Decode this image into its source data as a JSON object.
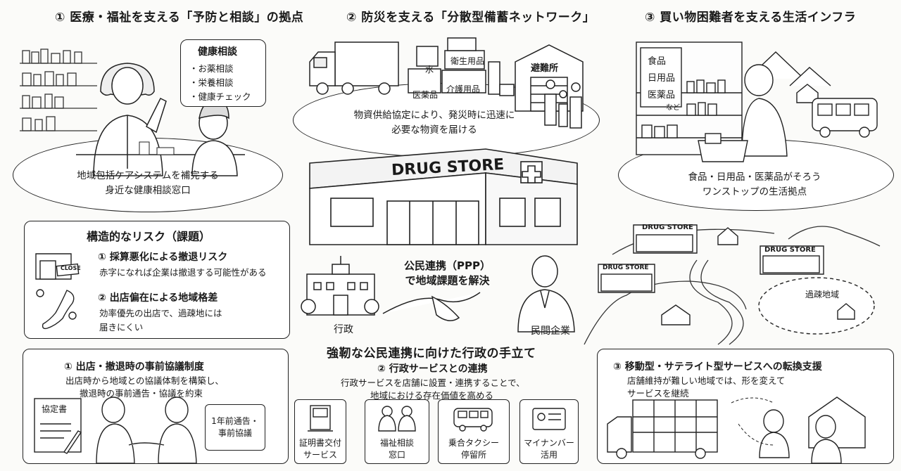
{
  "top": {
    "s1": {
      "title": "① 医療・福祉を支える「予防と相談」の拠点",
      "box_title": "健康相談",
      "box_items": [
        "・お薬相談",
        "・栄養相談",
        "・健康チェック"
      ],
      "caption": [
        "地域包括ケアシステムを補完する",
        "身近な健康相談窓口"
      ]
    },
    "s2": {
      "title": "② 防災を支える「分散型備蓄ネットワーク」",
      "labels": [
        "水",
        "衛生用品",
        "医薬品",
        "介護用品"
      ],
      "shelter": "避難所",
      "caption": [
        "物資供給協定により、発災時に迅速に",
        "必要な物資を届ける"
      ]
    },
    "s3": {
      "title": "③ 買い物困難者を支える生活インフラ",
      "shelf_labels": [
        "食品",
        "日用品",
        "医薬品",
        "など"
      ],
      "caption": [
        "食品・日用品・医薬品がそろう",
        "ワンストップの生活拠点"
      ]
    }
  },
  "store": {
    "sign": "DRUG STORE"
  },
  "risk": {
    "title": "構造的なリスク（課題）",
    "close_sign": "CLOSE",
    "r1_title": "① 採算悪化による撤退リスク",
    "r1_desc": "赤字になれば企業は撤退する可能性がある",
    "r2_title": "② 出店偏在による地域格差",
    "r2_desc": [
      "効率優先の出店で、過疎地には",
      "届きにくい"
    ]
  },
  "ppp": {
    "title": [
      "公民連携（PPP）",
      "で地域課題を解決"
    ],
    "gov": "行政",
    "company": "民間企業"
  },
  "map": {
    "stores": [
      "DRUG STORE",
      "DRUG STORE",
      "DRUG STORE"
    ],
    "area": "過疎地域"
  },
  "bottom": {
    "heading": "強靭な公民連携に向けた行政の手立て",
    "m1": {
      "title": "① 出店・撤退時の事前協議制度",
      "desc": [
        "出店時から地域との協議体制を構築し、",
        "撤退時の事前通告・協議を約束"
      ],
      "doc": "協定書",
      "calendar": [
        "1年前通告・",
        "事前協議"
      ]
    },
    "m2": {
      "title": "② 行政サービスとの連携",
      "desc": [
        "行政サービスを店舗に設置・連携することで、",
        "地域における存在価値を高める"
      ],
      "items": [
        [
          "証明書交付",
          "サービス"
        ],
        [
          "福祉相談",
          "窓口"
        ],
        [
          "乗合タクシー",
          "停留所"
        ],
        [
          "マイナンバー",
          "活用"
        ]
      ]
    },
    "m3": {
      "title": "③ 移動型・サテライト型サービスへの転換支援",
      "desc": [
        "店舗維持が難しい地域では、形を変えて",
        "サービスを継続"
      ]
    }
  }
}
